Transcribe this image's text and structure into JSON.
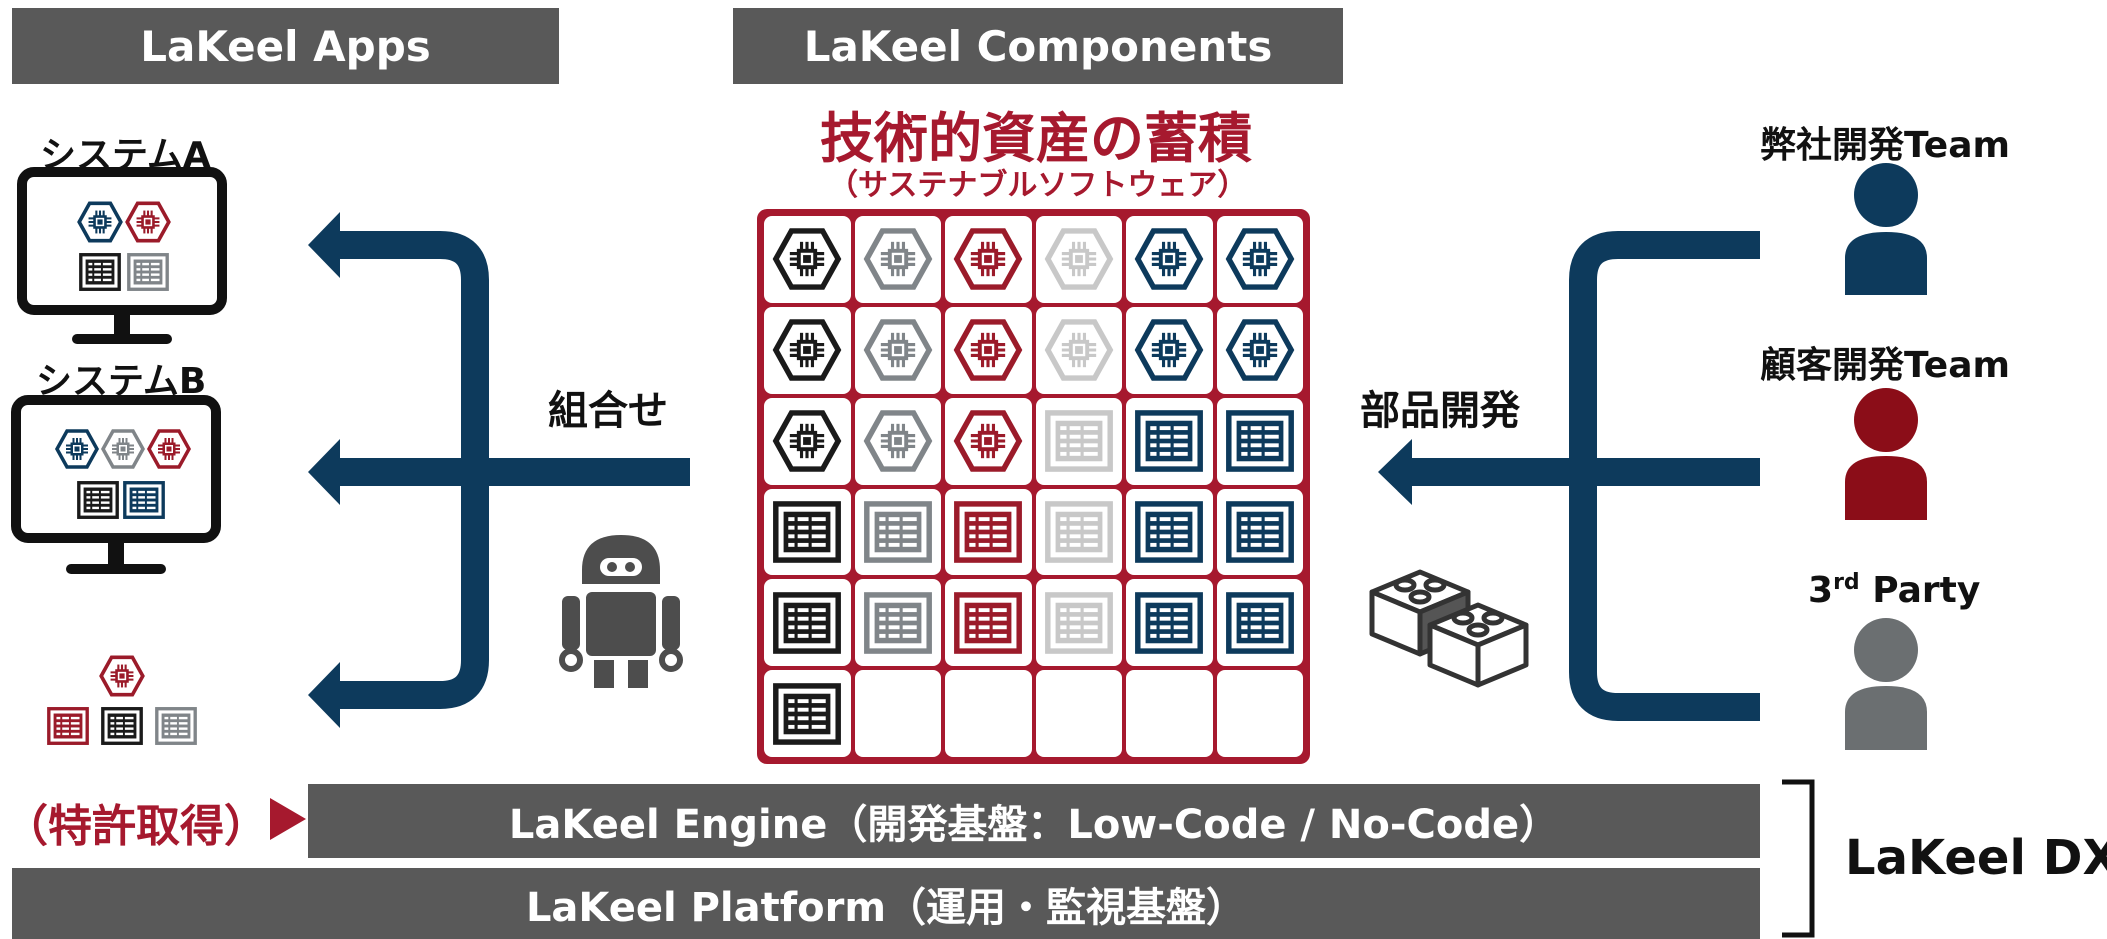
{
  "headers": {
    "apps": "LaKeel Apps",
    "components": "LaKeel Components"
  },
  "title": {
    "main": "技術的資産の蓄積",
    "sub": "（サステナブルソフトウェア）"
  },
  "systems": {
    "a": "システムA",
    "b": "システムB"
  },
  "flow": {
    "combine": "組合せ",
    "develop": "部品開発"
  },
  "teams": {
    "ours": "弊社開発Team",
    "customer": "顧客開発Team",
    "third_base": "3",
    "third_sup": "rd",
    "third_rest": " Party"
  },
  "patent": "（特許取得）",
  "engine": "LaKeel Engine（開発基盤：Low-Code / No-Code）",
  "platform": "LaKeel Platform（運用・監視基盤）",
  "dx": "LaKeel DX",
  "colors": {
    "black": "#1a1a1a",
    "gray": "#808589",
    "red": "#9b1b2a",
    "light": "#c8c8c8",
    "navy": "#0d3a5c",
    "bar": "#595959",
    "accent": "#a6192e"
  },
  "grid": [
    [
      "chip:black",
      "chip:gray",
      "chip:red",
      "chip:light",
      "chip:navy",
      "chip:navy"
    ],
    [
      "chip:black",
      "chip:gray",
      "chip:red",
      "chip:light",
      "chip:navy",
      "chip:navy"
    ],
    [
      "chip:black",
      "chip:gray",
      "chip:red",
      "screen:light",
      "screen:navy",
      "screen:navy"
    ],
    [
      "screen:black",
      "screen:gray",
      "screen:red",
      "screen:light",
      "screen:navy",
      "screen:navy"
    ],
    [
      "screen:black",
      "screen:gray",
      "screen:red",
      "screen:light",
      "screen:navy",
      "screen:navy"
    ],
    [
      "screen:black",
      "empty",
      "empty",
      "empty",
      "empty",
      "empty"
    ]
  ]
}
